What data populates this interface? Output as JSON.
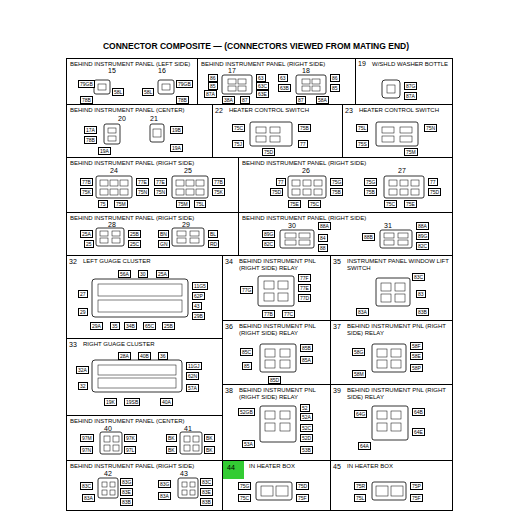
{
  "diagram": {
    "title": "CONNECTOR COMPOSITE — (CONNECTORS VIEWED FROM MATING END)",
    "nodes": [
      {
        "text": [
          "BEHIND INSTRUMENT PANEL (LEFT SIDE)"
        ]
      },
      {
        "text": [
          "BEHIND INSTRUMENT PANEL (RIGHT SIDE)"
        ]
      },
      {
        "text": [
          "W/SHLD WASHER BOTTLE"
        ]
      },
      {
        "text": [
          "BEHIND INSTRUMENT PANEL (CENTER)"
        ]
      },
      {
        "text": [
          "HEATER CONTROL SWITCH"
        ]
      },
      {
        "text": [
          "HEATER CONTROL SWITCH"
        ]
      },
      {
        "text": [
          "BEHIND INSTRUMENT PANEL (RIGHT SIDE)"
        ]
      },
      {
        "text": [
          "BEHIND INSTRUMENT PANEL (RIGHT SIDE)"
        ]
      },
      {
        "text": [
          "BEHIND INSTRUMENT PANEL (RIGHT SIDE)"
        ]
      },
      {
        "text": [
          "BEHIND INSTRUMENT PANEL (RIGHT SIDE)"
        ]
      },
      {
        "text": [
          "LEFT GUAGE CLUSTER"
        ]
      },
      {
        "text": [
          "BEHIND INSTRUMENT PNL (RIGHT SIDE) RELAY"
        ]
      },
      {
        "text": [
          "INSTRUMENT PANEL WINDOW LIFT SWITCH"
        ]
      },
      {
        "text": [
          "RIGHT GUAGE CLUSTER"
        ]
      },
      {
        "text": [
          "BEHIND INSTRUMENT PNL (RIGHT SIDE) RELAY"
        ]
      },
      {
        "text": [
          "BEHIND INSTRUMENT PNL (RIGHT SIDE) RELAY"
        ]
      },
      {
        "text": [
          "BEHIND INSTRUMENT PANEL (CENTER)"
        ]
      },
      {
        "text": [
          "BEHIND INSTRUMENT PNL (RIGHT SIDE) RELAY"
        ]
      },
      {
        "text": [
          "BEHIND INSTRUMENT PNL (RIGHT SIDE) RELAY"
        ]
      },
      {
        "text": [
          "BEHIND INSTRUMENT PANEL (RIGHT SIDE)"
        ]
      },
      {
        "text": [
          "IN HEATER BOX"
        ]
      },
      {
        "text": [
          "IN HEATER BOX"
        ]
      }
    ],
    "labels": [
      "15",
      "16",
      "79GB",
      "58L",
      "78B",
      "79GB",
      "58L",
      "78B",
      "17",
      "18",
      "86",
      "85",
      "87A",
      "63",
      "63C",
      "63E",
      "38A",
      "87",
      "63",
      "63B",
      "86",
      "85",
      "87",
      "58A",
      "19",
      "87G",
      "87A",
      "20",
      "21",
      "17A",
      "78B",
      "19A",
      "19B",
      "19A",
      "22",
      "75C",
      "75B",
      "75J",
      "75D",
      "77",
      "23",
      "75L",
      "75N",
      "75S",
      "75M",
      "24",
      "25",
      "77B",
      "75K",
      "77E",
      "75N",
      "75",
      "75M",
      "77E",
      "75N",
      "77B",
      "75K",
      "75M",
      "75L",
      "26",
      "27",
      "77",
      "75D",
      "75G",
      "75B",
      "75E",
      "75C",
      "75G",
      "75B",
      "77",
      "75D",
      "75C",
      "75E",
      "28",
      "29",
      "25A",
      "25",
      "25B",
      "25C",
      "BN",
      "GN",
      "BL",
      "RD",
      "30",
      "31",
      "89G",
      "82C",
      "88A",
      "84",
      "88",
      "88B",
      "88A",
      "89G",
      "82C",
      "32",
      "56A",
      "30",
      "25A",
      "27",
      "11G5",
      "62P",
      "29",
      "43",
      "29B",
      "29A",
      "35",
      "34B",
      "65C",
      "25B",
      "34",
      "77G",
      "77F",
      "77E",
      "77D",
      "77B",
      "77C",
      "35",
      "83C",
      "83",
      "83A",
      "83B",
      "33",
      "28A",
      "40B",
      "36",
      "32A",
      "11GJ",
      "62N",
      "32",
      "57A",
      "19K",
      "19SB",
      "40A",
      "36",
      "85C",
      "85B",
      "85A",
      "85",
      "85D",
      "37",
      "58G",
      "58F",
      "58E",
      "58P",
      "58M",
      "40",
      "41",
      "97M",
      "97N",
      "97K",
      "97L",
      "BK",
      "BK",
      "BK",
      "BK",
      "38",
      "52GB",
      "52",
      "52A",
      "52C",
      "52D",
      "53A",
      "53B",
      "39",
      "64G",
      "64B",
      "64E",
      "64A",
      "42",
      "43",
      "83C",
      "83A",
      "83G",
      "83E",
      "83B",
      "83G",
      "83A",
      "83C",
      "83E",
      "83B",
      "44",
      "75G",
      "75C",
      "75D",
      "75F",
      "45",
      "75R",
      "75L",
      "75P",
      "75F"
    ]
  }
}
